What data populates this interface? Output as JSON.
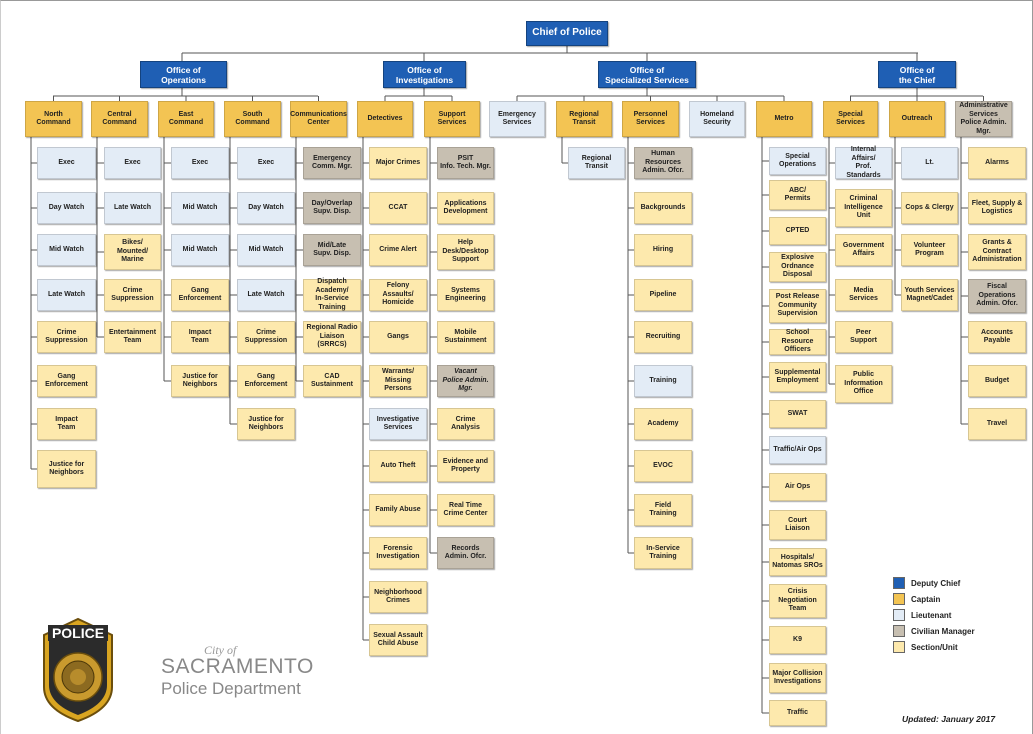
{
  "chief": "Chief of Police",
  "offices": [
    "Office of\nOperations",
    "Office of\nInvestigations",
    "Office of\nSpecialized Services",
    "Office of\nthe Chief"
  ],
  "units": {
    "north_command": {
      "label": "North\nCommand",
      "items": [
        "Exec",
        "Day Watch",
        "Mid Watch",
        "Late Watch",
        "Crime\nSuppression",
        "Gang\nEnforcement",
        "Impact\nTeam",
        "Justice for\nNeighbors"
      ]
    },
    "central_command": {
      "label": "Central\nCommand",
      "items": [
        "Exec",
        "Late Watch",
        "Bikes/\nMounted/\nMarine",
        "Crime\nSuppression",
        "Entertainment\nTeam"
      ]
    },
    "east_command": {
      "label": "East\nCommand",
      "items": [
        "Exec",
        "Mid Watch",
        "Mid Watch",
        "Gang\nEnforcement",
        "Impact\nTeam",
        "Justice for\nNeighbors"
      ]
    },
    "south_command": {
      "label": "South\nCommand",
      "items": [
        "Exec",
        "Day Watch",
        "Mid Watch",
        "Late Watch",
        "Crime\nSuppression",
        "Gang\nEnforcement",
        "Justice for\nNeighbors"
      ]
    },
    "communications_center": {
      "label": "Communications\nCenter",
      "items": [
        "Emergency\nComm. Mgr.",
        "Day/Overlap\nSupv. Disp.",
        "Mid/Late\nSupv. Disp.",
        "Dispatch\nAcademy/\nIn-Service\nTraining",
        "Regional Radio\nLiaison (SRRCS)",
        "CAD\nSustainment"
      ]
    },
    "detectives": {
      "label": "Detectives",
      "items": [
        "Major Crimes",
        "CCAT",
        "Crime Alert",
        "Felony Assaults/\nHomicide",
        "Gangs",
        "Warrants/\nMissing Persons",
        "Investigative\nServices",
        "Auto Theft",
        "Family Abuse",
        "Forensic\nInvestigation",
        "Neighborhood\nCrimes",
        "Sexual Assault\nChild Abuse"
      ]
    },
    "support_services": {
      "label": "Support\nServices",
      "items": [
        "PSIT\nInfo. Tech. Mgr.",
        "Applications\nDevelopment",
        "Help\nDesk/Desktop\nSupport",
        "Systems\nEngineering",
        "Mobile\nSustainment",
        "Vacant\nPolice Admin.\nMgr.",
        "Crime\nAnalysis",
        "Evidence and\nProperty",
        "Real Time\nCrime Center",
        "Records\nAdmin. Ofcr."
      ]
    },
    "emergency_services": {
      "label": "Emergency\nServices"
    },
    "regional_transit": {
      "label": "Regional\nTransit",
      "items": [
        "Regional\nTransit"
      ]
    },
    "personnel_services": {
      "label": "Personnel\nServices",
      "items": [
        "Human\nResources\nAdmin. Ofcr.",
        "Backgrounds",
        "Hiring",
        "Pipeline",
        "Recruiting",
        "Training",
        "Academy",
        "EVOC",
        "Field\nTraining",
        "In-Service\nTraining"
      ]
    },
    "homeland_security": {
      "label": "Homeland\nSecurity"
    },
    "metro": {
      "label": "Metro",
      "items": [
        "Special\nOperations",
        "ABC/\nPermits",
        "CPTED",
        "Explosive\nOrdnance\nDisposal",
        "Post Release\nCommunity\nSupervision",
        "School Resource\nOfficers",
        "Supplemental\nEmployment",
        "SWAT",
        "Traffic/Air Ops",
        "Air Ops",
        "Court\nLiaison",
        "Hospitals/\nNatomas SROs",
        "Crisis\nNegotiation\nTeam",
        "K9",
        "Major Collision\nInvestigations",
        "Traffic"
      ]
    },
    "special_services": {
      "label": "Special\nServices",
      "items": [
        "Internal Affairs/\nProf. Standards",
        "Criminal\nIntelligence\nUnit",
        "Government\nAffairs",
        "Media\nServices",
        "Peer\nSupport",
        "Public\nInformation\nOffice"
      ]
    },
    "outreach": {
      "label": "Outreach",
      "items": [
        "Lt.",
        "Cops & Clergy",
        "Volunteer\nProgram",
        "Youth Services\nMagnet/Cadet"
      ]
    },
    "administrative_services": {
      "label": "Administrative\nServices\nPolice Admin.\nMgr.",
      "items": [
        "Alarms",
        "Fleet, Supply &\nLogistics",
        "Grants &\nContract\nAdministration",
        "Fiscal\nOperations\nAdmin. Ofcr.",
        "Accounts\nPayable",
        "Budget",
        "Travel"
      ]
    }
  },
  "legend": [
    {
      "label": "Deputy Chief",
      "color": "#1f5fb4"
    },
    {
      "label": "Captain",
      "color": "#f3c453"
    },
    {
      "label": "Lieutenant",
      "color": "#e3ecf6"
    },
    {
      "label": "Civilian Manager",
      "color": "#c7bfb1"
    },
    {
      "label": "Section/Unit",
      "color": "#fde9ad"
    }
  ],
  "updated": "Updated: January 2017",
  "branding": {
    "badge_text": "POLICE",
    "city_small": "City of",
    "city_name": "SACRAMENTO",
    "department": "Police Department"
  }
}
